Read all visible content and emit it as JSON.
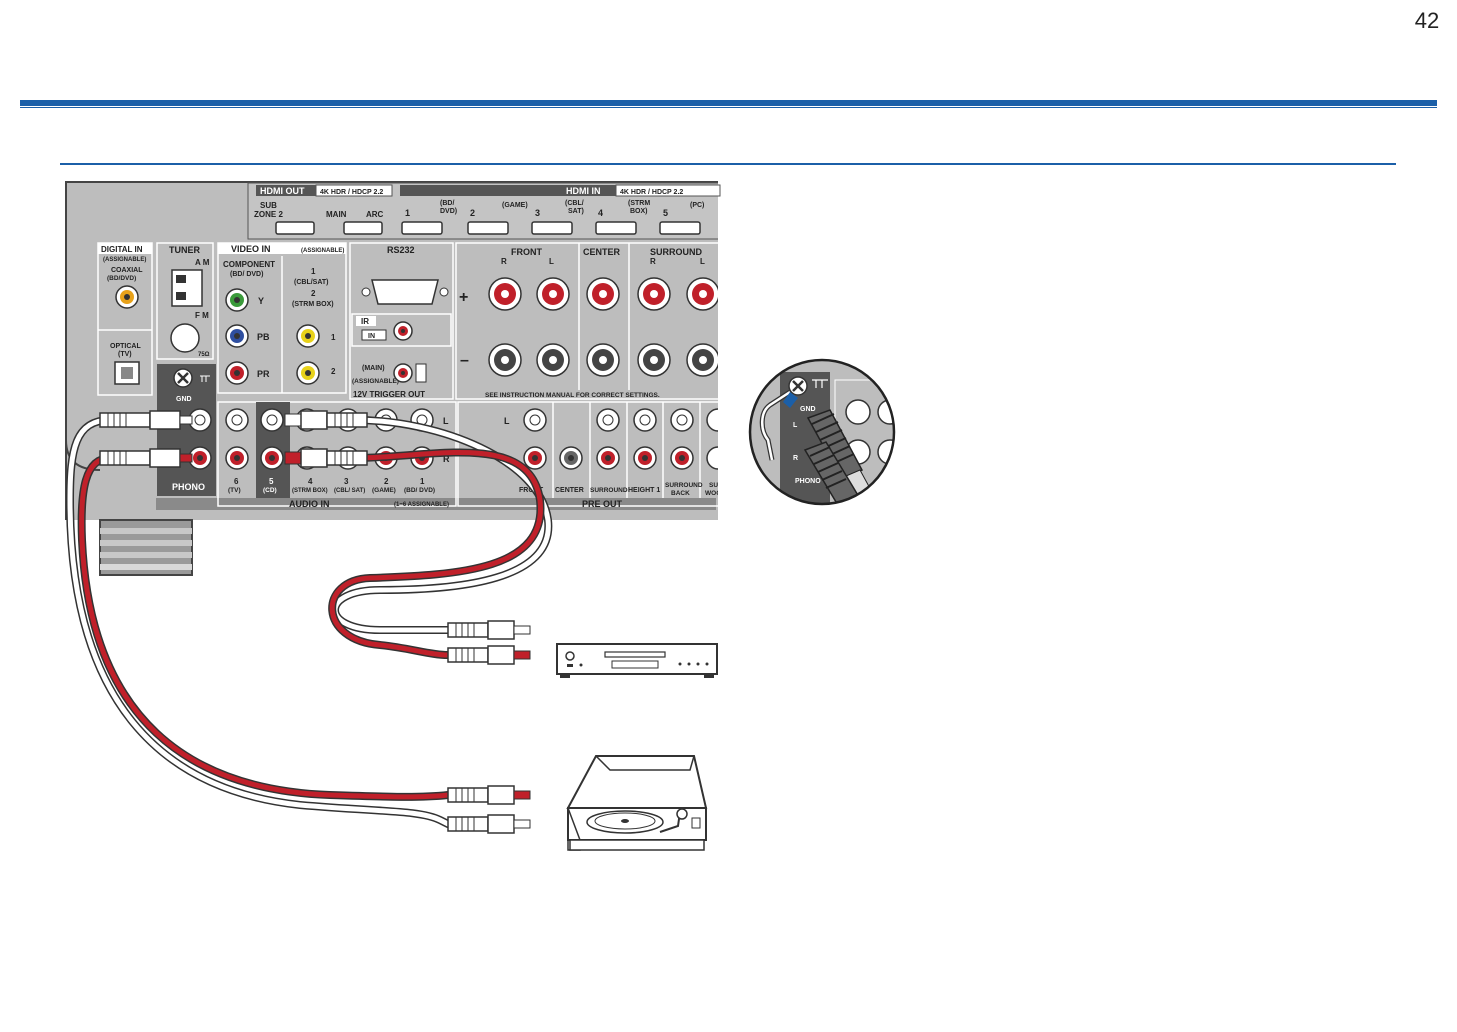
{
  "page": {
    "number": "42"
  },
  "colors": {
    "accent": "#1b5fa8",
    "panel": "#b9b9b9",
    "panel_dark": "#555555",
    "cable_red": "#c0202a",
    "cable_white": "#ffffff"
  },
  "hdmi_out": {
    "title": "HDMI OUT",
    "badge": "4K HDR / HDCP 2.2",
    "sub": "SUB",
    "zone2": "ZONE 2",
    "main": "MAIN",
    "arc": "ARC"
  },
  "hdmi_in": {
    "title": "HDMI IN",
    "badge": "4K HDR / HDCP 2.2",
    "ports": [
      {
        "num": "1",
        "label": "(BD/",
        "label2": "DVD)"
      },
      {
        "num": "2",
        "label": "(GAME)",
        "label2": ""
      },
      {
        "num": "3",
        "label": "(CBL/",
        "label2": "SAT)"
      },
      {
        "num": "4",
        "label": "(STRM",
        "label2": "BOX)"
      },
      {
        "num": "5",
        "label": "(PC)",
        "label2": ""
      }
    ]
  },
  "digital_in": {
    "title": "DIGITAL IN",
    "assign": "(ASSIGNABLE)",
    "coaxial": "COAXIAL",
    "coaxial_src": "(BD/DVD)",
    "optical": "OPTICAL",
    "optical_src": "(TV)"
  },
  "tuner": {
    "title": "TUNER",
    "am": "A M",
    "fm": "F M",
    "ohm": "75Ω"
  },
  "video_in": {
    "title": "VIDEO IN",
    "assign": "(ASSIGNABLE)",
    "component": "COMPONENT",
    "component_src": "(BD/ DVD)",
    "y": "Y",
    "pb": "PB",
    "pr": "PR",
    "src1": "1",
    "src1_name": "(CBL/SAT)",
    "src2": "2",
    "src2_name": "(STRM BOX)",
    "jack1": "1",
    "jack2": "2"
  },
  "rs232": {
    "title": "RS232"
  },
  "ir": {
    "title": "IR",
    "in": "IN"
  },
  "trigger": {
    "main": "(MAIN)",
    "assign": "(ASSIGNABLE)",
    "title": "12V TRIGGER OUT"
  },
  "speakers": {
    "front": "FRONT",
    "center": "CENTER",
    "surround": "SURROUND",
    "r": "R",
    "l": "L",
    "plus": "+",
    "minus": "–",
    "note": "SEE INSTRUCTION MANUAL FOR CORRECT SETTINGS."
  },
  "audio_in": {
    "title": "AUDIO IN",
    "assign": "(1~6 ASSIGNABLE)",
    "gnd": "GND",
    "phono": "PHONO",
    "l": "L",
    "r": "R",
    "inputs": [
      {
        "num": "6",
        "name": "(TV)"
      },
      {
        "num": "5",
        "name": "(CD)"
      },
      {
        "num": "4",
        "name": "(STRM BOX)"
      },
      {
        "num": "3",
        "name": "(CBL/ SAT)"
      },
      {
        "num": "2",
        "name": "(GAME)"
      },
      {
        "num": "1",
        "name": "(BD/ DVD)"
      }
    ]
  },
  "pre_out": {
    "title": "PRE OUT",
    "l": "L",
    "front": "FRONT",
    "center": "CENTER",
    "surround": "SURROUND",
    "height1": "HEIGHT 1",
    "surround_back": "SURROUND",
    "surround_back2": "BACK",
    "sub": "SU",
    "sub2": "WOO"
  },
  "inset": {
    "gnd": "GND",
    "l": "L",
    "r": "R",
    "phono": "PHONO"
  }
}
